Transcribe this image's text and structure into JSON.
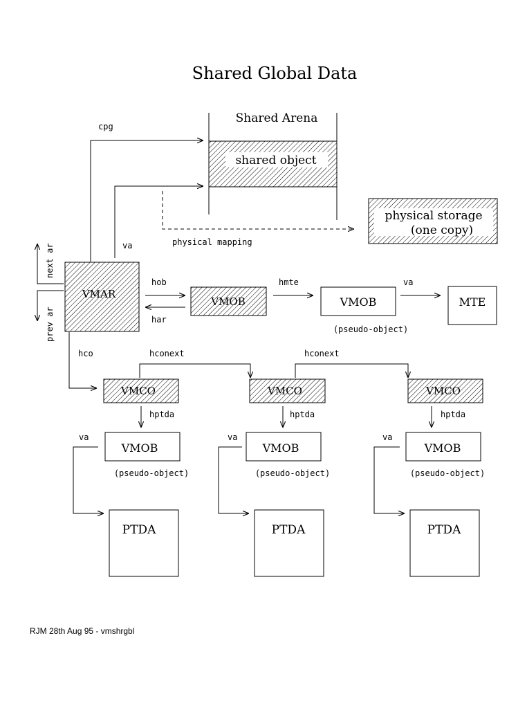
{
  "title": "Shared Global Data",
  "arena": {
    "label": "Shared Arena",
    "object_label": "shared object"
  },
  "physical_storage": {
    "line1": "physical storage",
    "line2": "(one copy)"
  },
  "edges": {
    "cpg": "cpg",
    "va": "va",
    "physical_mapping": "physical mapping",
    "next_ar": "next ar",
    "prev_ar": "prev ar",
    "hob": "hob",
    "har": "har",
    "hmte": "hmte",
    "hco": "hco",
    "hconext": "hconext",
    "hptda": "hptda"
  },
  "nodes": {
    "vmar": "VMAR",
    "vmob": "VMOB",
    "mte": "MTE",
    "vmco": "VMCO",
    "ptda": "PTDA",
    "pseudo_object": "(pseudo-object)"
  },
  "footer": "RJM 28th Aug 95 - vmshrgbl"
}
